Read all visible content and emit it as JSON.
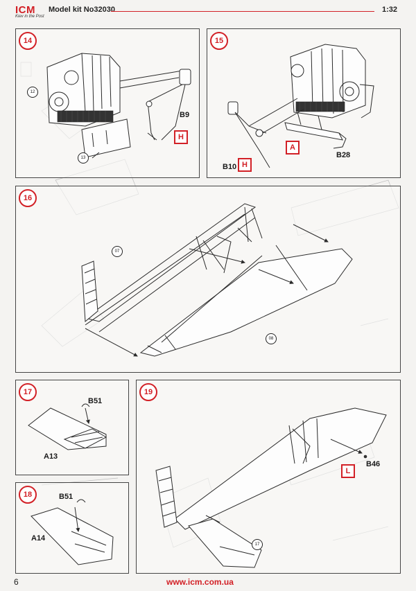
{
  "header": {
    "logo": "ICM",
    "logo_tagline": "Kiev in the Post",
    "model_kit": "Model kit No32030",
    "scale": "1:32"
  },
  "steps": {
    "s14": {
      "number": "14",
      "parts": [
        "B9"
      ],
      "callouts": [
        "12",
        "13"
      ],
      "color_code": "H"
    },
    "s15": {
      "number": "15",
      "parts": [
        "B10",
        "B28"
      ],
      "color_codes": [
        "A",
        "H"
      ]
    },
    "s16": {
      "number": "16",
      "callouts": [
        "07",
        "08"
      ]
    },
    "s17": {
      "number": "17",
      "parts": [
        "B51",
        "A13"
      ]
    },
    "s18": {
      "number": "18",
      "parts": [
        "B51",
        "A14"
      ]
    },
    "s19": {
      "number": "19",
      "parts": [
        "B46"
      ],
      "callouts": [
        "17"
      ],
      "color_code": "L"
    }
  },
  "footer": {
    "page_number": "6",
    "url": "www.icm.com.ua"
  },
  "colors": {
    "accent": "#d22026",
    "line": "#2a2a2a"
  }
}
